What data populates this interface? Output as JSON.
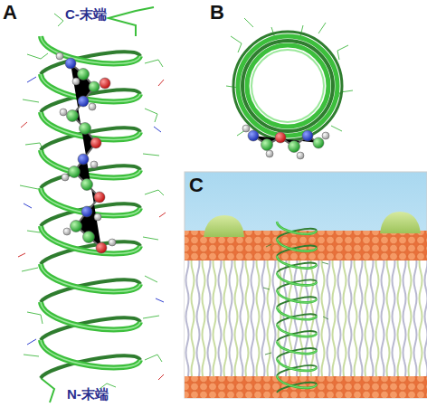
{
  "diagram": {
    "labels": [
      "A",
      "C-末端",
      "N-末端",
      "B",
      "C"
    ]
  }
}
